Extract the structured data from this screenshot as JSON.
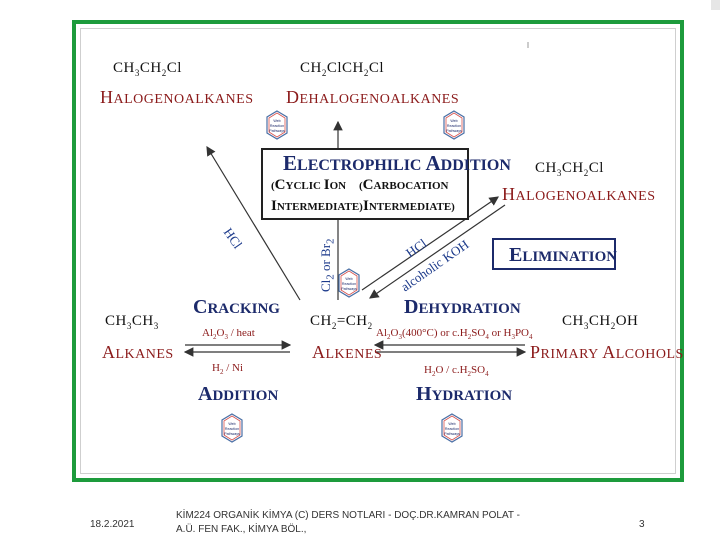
{
  "formulas": {
    "chloroethane_left": "CH3CH2Cl",
    "dichloroethane": "CH2ClCH2Cl",
    "chloroethane_right": "CH3CH2Cl",
    "ethane": "CH3CH3",
    "ethene": "CH2=CH2",
    "ethanol": "CH3CH2OH"
  },
  "classes": {
    "halogenoalkanes_left": "Halogenoalkanes",
    "dehalogenoalkanes": "Dehalogenoalkanes",
    "halogenoalkanes_right": "Halogenoalkanes",
    "alkanes": "Alkanes",
    "alkenes": "Alkenes",
    "primary_alcohols": "Primary Alcohols"
  },
  "reactions": {
    "electrophilic_addition": "Electrophilic Addition",
    "cyclic_ion": "(cyclic ion",
    "cyclic_ion_2": "intermediate)",
    "carbocation": "(carbocation",
    "carbocation_2": "intermediate)",
    "elimination": "Elimination",
    "cracking": "Cracking",
    "dehydration": "Dehydration",
    "addition": "Addition",
    "hydration": "Hydration"
  },
  "conditions": {
    "cracking": "Al2O3 / heat",
    "addition": "H2 / Ni",
    "dehydration": "Al2O3(400°C) or c.H2SO4 or H3PO4",
    "hydration": "H2O / c.H2SO4",
    "hcl_left": "HCl",
    "hcl_right": "HCl",
    "cl2_br2": "Cl2 or Br2",
    "alcoholic_koh": "alcoholic KOH"
  },
  "hex_icon_text": [
    "Web",
    "Reaction",
    "Pathways"
  ],
  "footer": {
    "date": "18.2.2021",
    "course_line1": "KİM224 ORGANİK KİMYA (C) DERS NOTLARI - DOÇ.DR.KAMRAN POLAT -",
    "course_line2": "A.Ü. FEN FAK., KİMYA BÖL.,",
    "page_number": "3"
  },
  "colors": {
    "frame": "#1d9b3c",
    "class_label": "#8b1a1a",
    "reaction_label": "#1c2a6b",
    "arrow": "#333333"
  }
}
